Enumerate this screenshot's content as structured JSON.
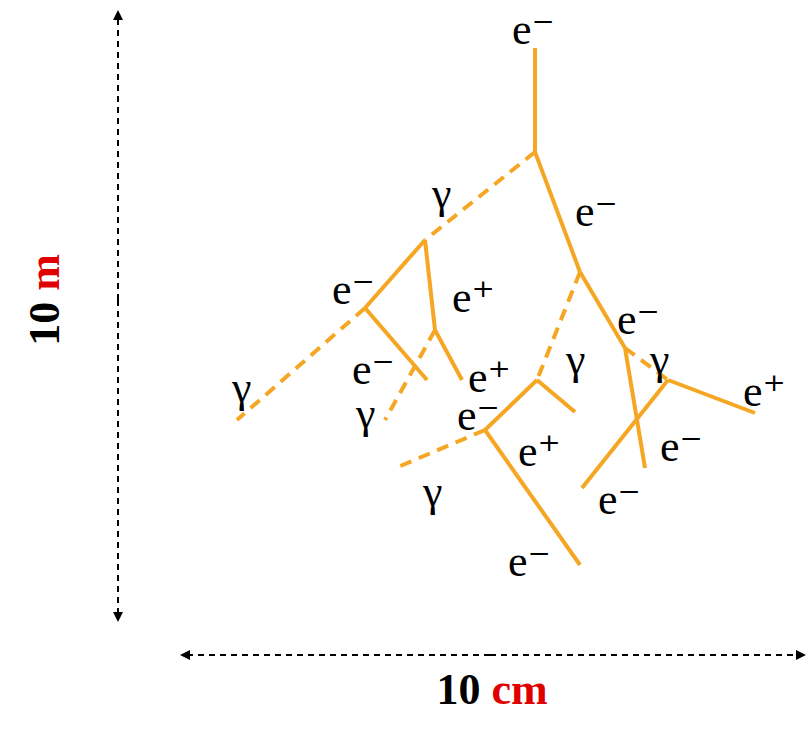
{
  "diagram": {
    "labels": [
      "e⁻",
      "γ",
      "e⁻",
      "e⁻",
      "e⁺",
      "e⁻",
      "γ",
      "e⁻",
      "γ",
      "e⁺",
      "γ",
      "γ",
      "e⁻",
      "e⁺",
      "e⁺",
      "e⁻",
      "γ",
      "e⁻",
      "e⁻",
      "10 m",
      "10 cm"
    ]
  }
}
